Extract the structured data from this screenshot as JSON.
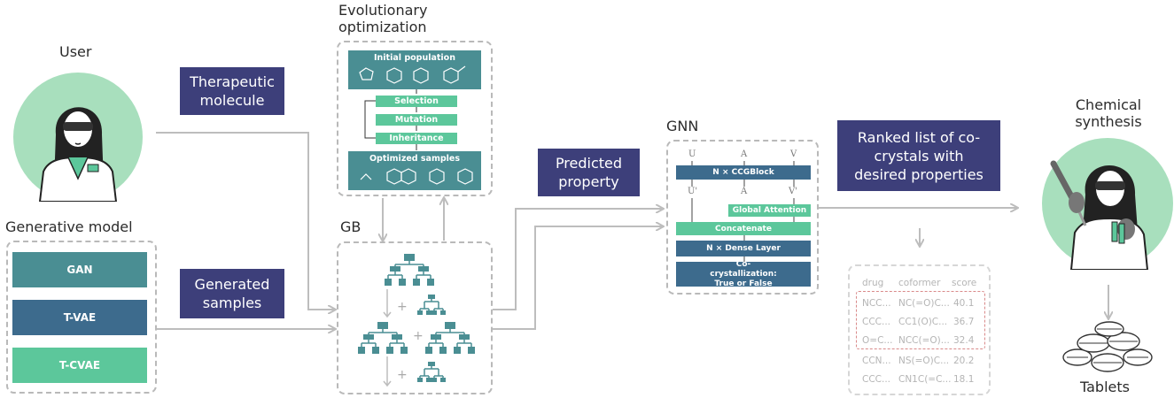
{
  "labels": {
    "user": "User",
    "generative_model": "Generative model",
    "evolutionary_optimization": "Evolutionary optimization",
    "gb": "GB",
    "gnn": "GNN",
    "chemical_synthesis": "Chemical synthesis",
    "tablets": "Tablets"
  },
  "boxes": {
    "therapeutic_molecule": "Therapeutic molecule",
    "generated_samples": "Generated samples",
    "predicted_property": "Predicted property",
    "ranked_list": "Ranked list of co-crystals with desired properties"
  },
  "generative_models": [
    "GAN",
    "T-VAE",
    "T-CVAE"
  ],
  "evolutionary": {
    "initial": "Initial population",
    "steps": [
      "Selection",
      "Mutation",
      "Inheritance"
    ],
    "optimized": "Optimized samples"
  },
  "gnn": {
    "inputs": [
      "U",
      "A",
      "V"
    ],
    "block": "N × CCGBlock",
    "outputs": [
      "U'",
      "A",
      "V'"
    ],
    "global_attention": "Global Attention",
    "concatenate": "Concatenate",
    "dense": "N × Dense Layer",
    "result": "Co-crystallization: True or False"
  },
  "ranked_table": {
    "headers": [
      "drug",
      "coformer",
      "score"
    ],
    "rows": [
      [
        "NCC...",
        "NC(=O)C...",
        "40.1"
      ],
      [
        "CCC...",
        "CC1(O)C...",
        "36.7"
      ],
      [
        "O=C...",
        "NCC(=O)...",
        "32.4"
      ],
      [
        "CCN...",
        "NS(=O)C...",
        "20.2"
      ],
      [
        "CCC...",
        "CN1C(=C...",
        "18.1"
      ]
    ]
  },
  "colors": {
    "navy": "#3d3f7a",
    "teal": "#4a8e93",
    "mint": "#5cc79b",
    "steel": "#3d6b8d",
    "circle": "#a8dfbd",
    "highlight": "#d98a8a"
  }
}
